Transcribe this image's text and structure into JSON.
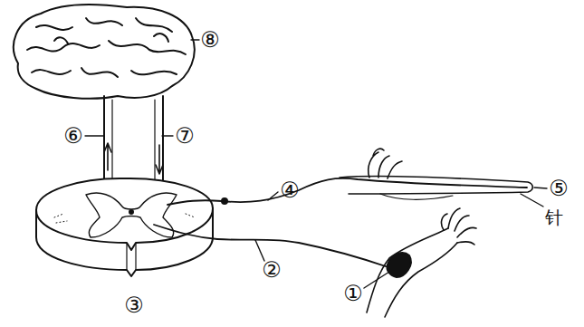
{
  "diagram": {
    "labels": [
      "⑧",
      "⑥",
      "⑦",
      "④",
      "⑤",
      "针",
      "②",
      "①",
      "③"
    ]
  }
}
